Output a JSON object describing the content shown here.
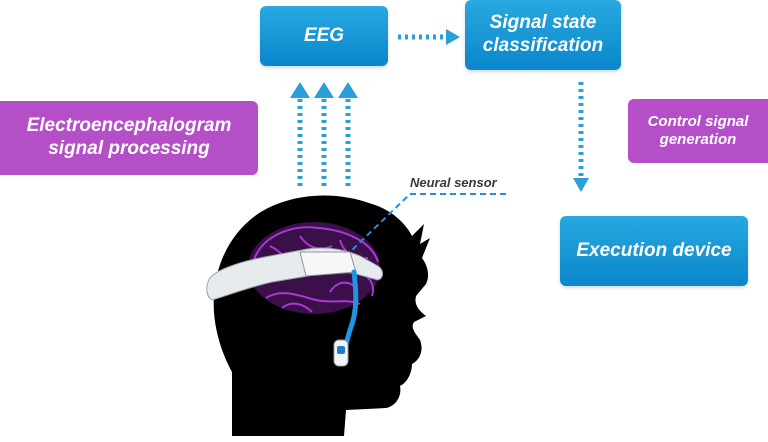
{
  "boxes": {
    "eeg": "EEG",
    "signal_state": [
      "Signal state",
      "classification"
    ],
    "execution": "Execution device",
    "processing": [
      "Electroencephalogram",
      "signal processing"
    ],
    "control": [
      "Control signal",
      "generation"
    ]
  },
  "labels": {
    "neural_sensor": "Neural sensor"
  },
  "colors": {
    "blue_box": "#1a97d6",
    "purple_box": "#b44fc8",
    "arrow": "#2a9fd8",
    "brain": "#9b2fc0",
    "head": "#000000"
  }
}
